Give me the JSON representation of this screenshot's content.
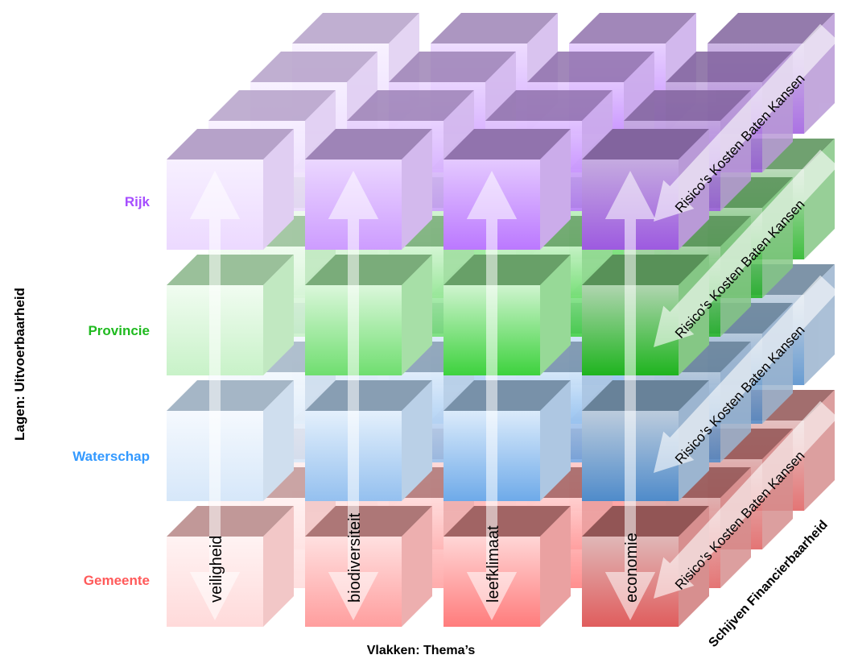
{
  "axes": {
    "layers_title": "Lagen: Uitvoerbaarheid",
    "themes_title": "Vlakken: Thema’s",
    "slices_title": "Schijven Financierbaarheid"
  },
  "layers": [
    {
      "label": "Rijk",
      "color": "#a64dff",
      "front_light": "#e0c2ff",
      "front_dark": "#b266ff",
      "top": "#8a6aa8",
      "side": "#c7a6e8"
    },
    {
      "label": "Provincie",
      "color": "#1fba1f",
      "front_light": "#c8f2c8",
      "front_dark": "#22cc22",
      "top": "#5e9a5e",
      "side": "#8fd68f"
    },
    {
      "label": "Waterschap",
      "color": "#3399ff",
      "front_light": "#d6e8fb",
      "front_dark": "#5a9ee6",
      "top": "#6f8aa3",
      "side": "#a8c3e0"
    },
    {
      "label": "Gemeente",
      "color": "#ff5a5a",
      "front_light": "#ffd0d0",
      "front_dark": "#ff6a6a",
      "top": "#9b5a5a",
      "side": "#e89a9a"
    }
  ],
  "themes": [
    {
      "label": "veiligheid",
      "tint": "#ffffff",
      "strength": 0.75
    },
    {
      "label": "biodiversiteit",
      "tint": "#ffffff",
      "strength": 0.35
    },
    {
      "label": "leefklimaat",
      "tint": "#ffffff",
      "strength": 0.12
    },
    {
      "label": "economie",
      "tint": "#000000",
      "strength": 0.12
    }
  ],
  "slice_arrows": [
    {
      "label": "Risico’s Kosten Baten Kansen"
    },
    {
      "label": "Risico’s Kosten Baten Kansen"
    },
    {
      "label": "Risico’s Kosten Baten Kansen"
    },
    {
      "label": "Risico’s Kosten Baten Kansen"
    }
  ]
}
